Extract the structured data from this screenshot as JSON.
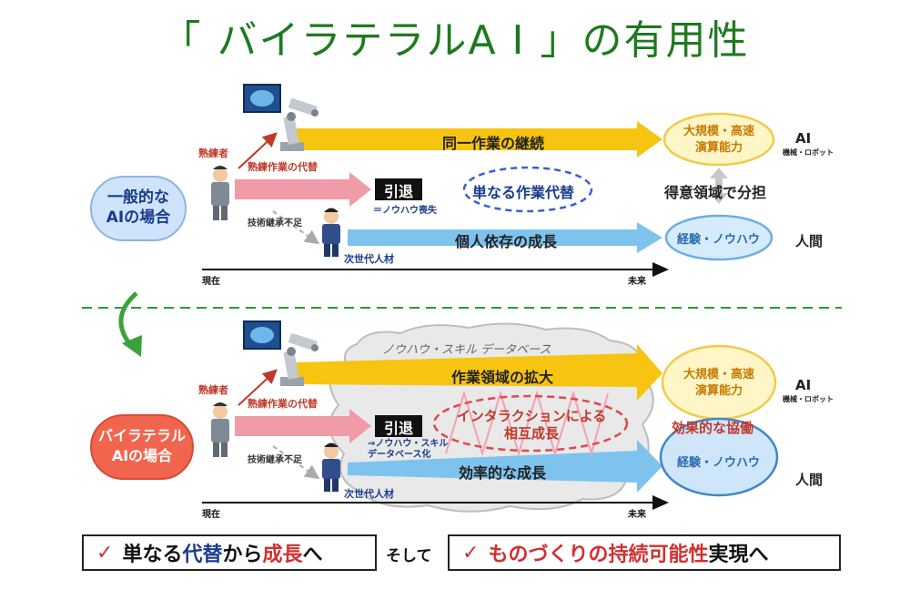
{
  "title": "「 バイラテラルA I 」の有用性",
  "top": {
    "case_label_line1": "一般的な",
    "case_label_line2": "AIの場合",
    "expert": "熟練者",
    "proxy": "熟練作業の代替",
    "arrow_ai": "同一作業の継続",
    "retire": "引退",
    "knowhow_loss": "＝ノウハウ喪失",
    "mere_replace": "単なる作業代替",
    "tech_gap": "技術継承不足",
    "next_gen": "次世代人材",
    "arrow_human": "個人依存の成長",
    "ai_strength_line1": "大規模・高速",
    "ai_strength_line2": "演算能力",
    "division": "得意領域で分担",
    "human_strength": "経験・ノウハウ",
    "ai_label": "AI",
    "ai_sub": "機械・ロボット",
    "human_label": "人間",
    "now": "現在",
    "future": "未来"
  },
  "bottom": {
    "case_label_line1": "バイラテラル",
    "case_label_line2": "AIの場合",
    "cloud": "ノウハウ・スキル データベース",
    "expert": "熟練者",
    "proxy": "熟練作業の代替",
    "arrow_ai": "作業領域の拡大",
    "retire": "引退",
    "db_line1": "⇒ノウハウ・スキル",
    "db_line2": "データベース化",
    "interaction_line1": "インタラクションによる",
    "interaction_line2": "相互成長",
    "tech_gap": "技術継承不足",
    "next_gen": "次世代人材",
    "arrow_human": "効率的な成長",
    "ai_strength_line1": "大規模・高速",
    "ai_strength_line2": "演算能力",
    "synergy": "効果的な協働",
    "human_strength": "経験・ノウハウ",
    "ai_label": "AI",
    "ai_sub": "機械・ロボット",
    "human_label": "人間",
    "now": "現在",
    "future": "未来"
  },
  "footer": {
    "check": "✓",
    "box1_part1": "単なる",
    "box1_part2": "代替",
    "box1_part3": "から",
    "box1_part4": "成長",
    "box1_part5": "へ",
    "connector": "そして",
    "box2_part1": "ものづくりの",
    "box2_part2": "持続可能性",
    "box2_part3": "実現へ"
  },
  "colors": {
    "title_green": "#1e7a1e",
    "ai_arrow": "#f7c412",
    "human_arrow": "#7ec3ee",
    "retire_arrow": "#f19aa8",
    "dash_green": "#2e9a2e",
    "accent_red": "#d32f2f",
    "accent_navy": "#1a3c8c"
  }
}
